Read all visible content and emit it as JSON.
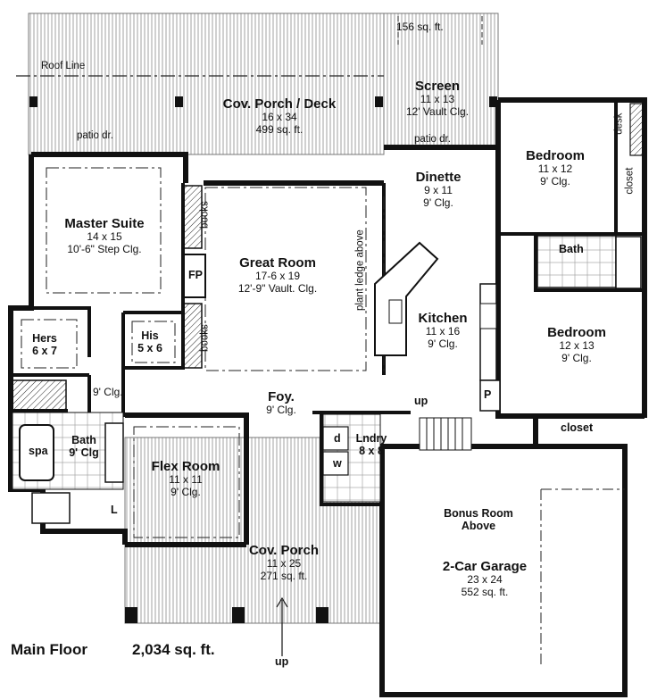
{
  "title": "Main Floor",
  "total_area": "2,034 sq. ft.",
  "roof_line": "Roof Line",
  "rooms": {
    "porch_deck": {
      "name": "Cov. Porch / Deck",
      "dims": "16 x 34",
      "area": "499 sq. ft."
    },
    "screen": {
      "name": "Screen",
      "area": "156 sq. ft.",
      "dims": "11 x 13",
      "ceiling": "12' Vault Clg."
    },
    "bedroom_ne": {
      "name": "Bedroom",
      "dims": "11 x 12",
      "ceiling": "9' Clg."
    },
    "dinette": {
      "name": "Dinette",
      "dims": "9 x 11",
      "ceiling": "9' Clg."
    },
    "master": {
      "name": "Master Suite",
      "dims": "14 x 15",
      "ceiling": "10'-6\" Step Clg."
    },
    "great_room": {
      "name": "Great Room",
      "dims": "17-6 x 19",
      "ceiling": "12'-9\" Vault. Clg."
    },
    "kitchen": {
      "name": "Kitchen",
      "dims": "11 x 16",
      "ceiling": "9' Clg."
    },
    "bedroom_e": {
      "name": "Bedroom",
      "dims": "12 x 13",
      "ceiling": "9' Clg."
    },
    "hers": {
      "name": "Hers",
      "dims": "6 x 7"
    },
    "his": {
      "name": "His",
      "dims": "5 x 6"
    },
    "bath_master": {
      "name": "Bath",
      "ceiling": "9' Clg"
    },
    "foyer": {
      "name": "Foy.",
      "ceiling": "9' Clg."
    },
    "hall_ceiling": "9' Clg.",
    "laundry": {
      "name": "Lndry",
      "dims": "8 x 8"
    },
    "flex": {
      "name": "Flex Room",
      "dims": "11 x 11",
      "ceiling": "9' Clg."
    },
    "front_porch": {
      "name": "Cov. Porch",
      "dims": "11 x 25",
      "area": "271 sq. ft."
    },
    "garage": {
      "name": "2-Car Garage",
      "dims": "23 x 24",
      "area": "552 sq. ft."
    },
    "bonus": {
      "line1": "Bonus Room",
      "line2": "Above"
    }
  },
  "fixtures": {
    "patio_door": "patio dr.",
    "books": "books",
    "fireplace": "FP",
    "plant_ledge": "plant ledge above",
    "desk": "desk",
    "closet": "closet",
    "bath": "Bath",
    "spa": "spa",
    "up": "up",
    "pantry": "P",
    "linen": "L",
    "dryer": "d",
    "washer": "w"
  }
}
